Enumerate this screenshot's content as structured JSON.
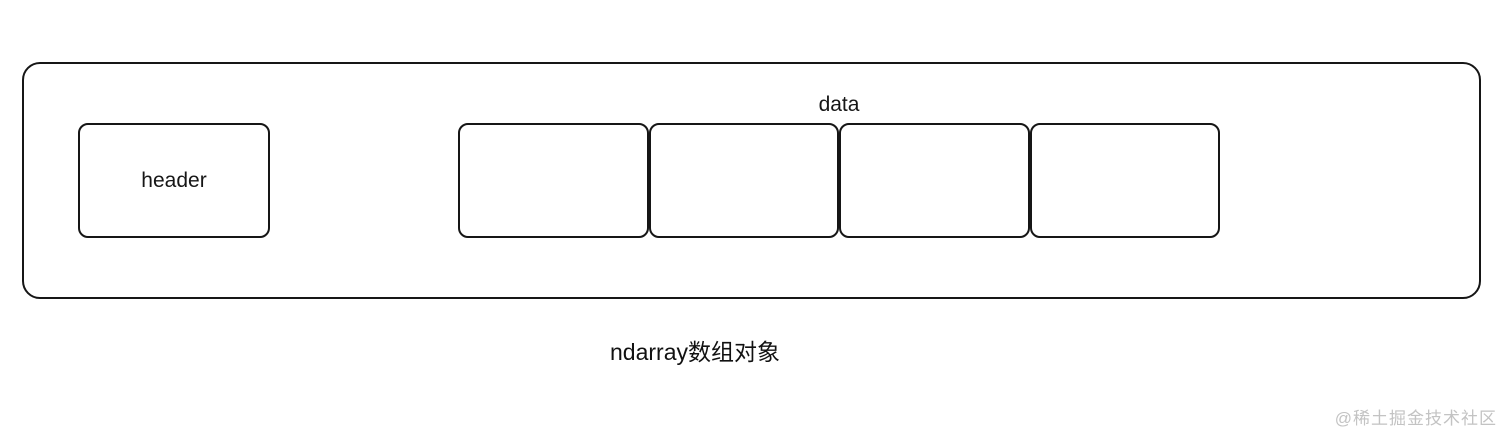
{
  "diagram": {
    "header_label": "header",
    "data_label": "data",
    "cells": [
      "",
      "",
      "",
      ""
    ],
    "caption": "ndarray数组对象",
    "watermark": "@稀土掘金技术社区",
    "colors": {
      "stroke": "#161616",
      "background": "#ffffff",
      "watermark": "#c3c3c3"
    }
  }
}
